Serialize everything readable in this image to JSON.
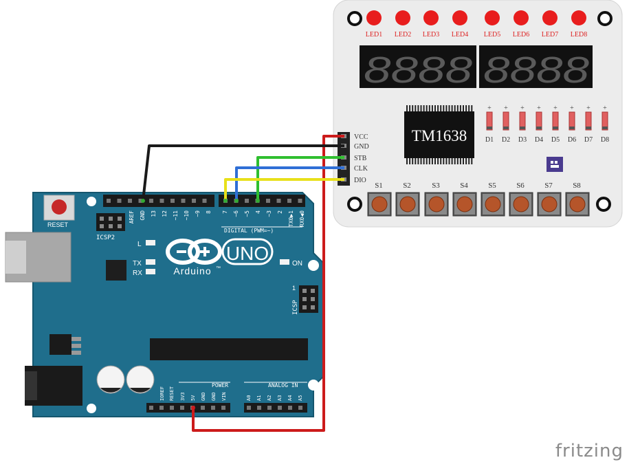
{
  "module": {
    "chip": "TM1638",
    "leds": [
      "LED1",
      "LED2",
      "LED3",
      "LED4",
      "LED5",
      "LED6",
      "LED7",
      "LED8"
    ],
    "diodes": [
      "D1",
      "D2",
      "D3",
      "D4",
      "D5",
      "D6",
      "D7",
      "D8"
    ],
    "buttons": [
      "S1",
      "S2",
      "S3",
      "S4",
      "S5",
      "S6",
      "S7",
      "S8"
    ],
    "pins": [
      "VCC",
      "GND",
      "STB",
      "CLK",
      "DIO"
    ],
    "digits": "8888",
    "plus": "+"
  },
  "arduino": {
    "reset": "RESET",
    "icsp2": "ICSP2",
    "icsp": "ICSP",
    "aref": "AREF",
    "gnd": "GND",
    "digital_pins": [
      "13",
      "12",
      "~11",
      "~10",
      "~9",
      "8",
      "7",
      "~6",
      "~5",
      "4",
      "~3",
      "2",
      "TX0▶1",
      "RX0◀0"
    ],
    "digital_label": "DIGITAL (PWM=~)",
    "led_l": "L",
    "tx": "TX",
    "rx": "RX",
    "uno": "UNO",
    "brand": "Arduino",
    "tm": "™",
    "on": "ON",
    "one": "1",
    "power_label": "POWER",
    "power_pins": [
      "IOREF",
      "RESET",
      "3V3",
      "5V",
      "GND",
      "GND",
      "VIN"
    ],
    "analog_label": "ANALOG IN",
    "analog_pins": [
      "A0",
      "A1",
      "A2",
      "A3",
      "A4",
      "A5"
    ]
  },
  "colors": {
    "board": "#1f6e8c",
    "module": "#ececec",
    "wire_vcc": "#cc1b1b",
    "wire_gnd": "#1a1a1a",
    "wire_stb": "#2fbf2f",
    "wire_clk": "#2f6fd6",
    "wire_dio": "#e8e01a"
  },
  "watermark": "fritzing"
}
